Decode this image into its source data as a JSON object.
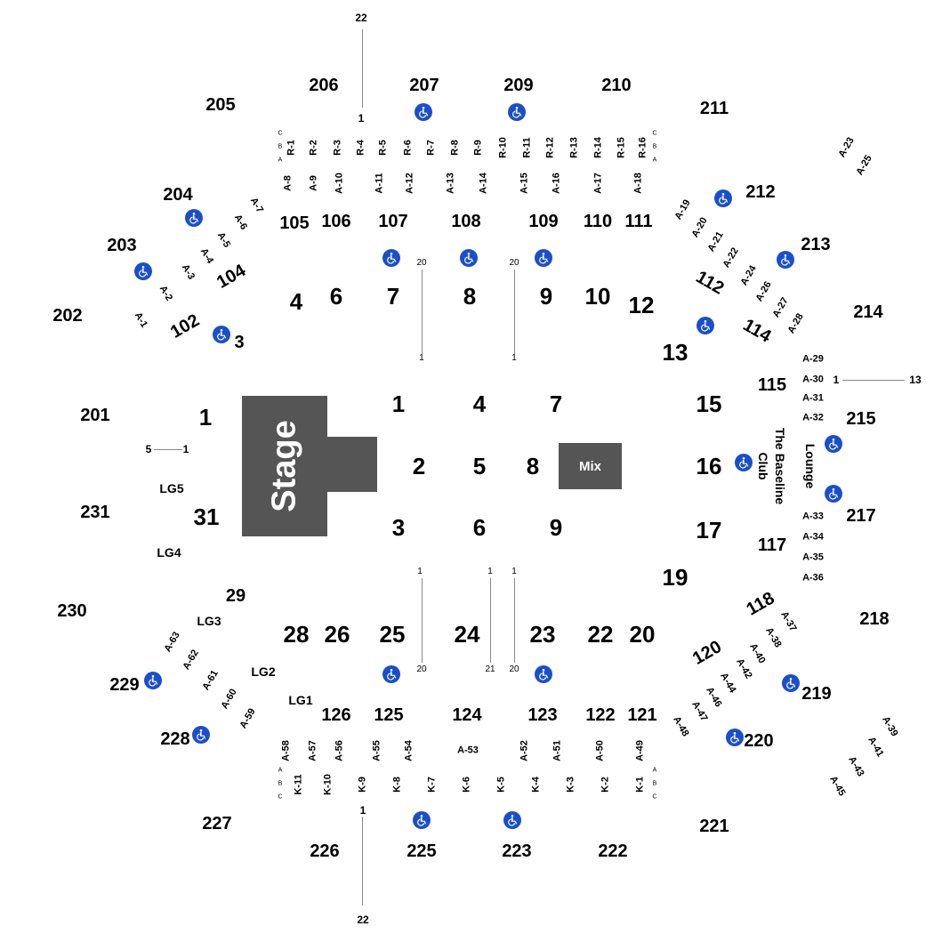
{
  "stage": {
    "label": "Stage"
  },
  "mix": {
    "label": "Mix"
  },
  "club": {
    "line1": "The Baseline",
    "line2": "Club",
    "lounge": "Lounge"
  },
  "upper": [
    "201",
    "202",
    "203",
    "204",
    "205",
    "206",
    "207",
    "209",
    "210",
    "211",
    "212",
    "213",
    "214",
    "215",
    "217",
    "218",
    "219",
    "220",
    "221",
    "222",
    "223",
    "225",
    "226",
    "227",
    "228",
    "229",
    "230",
    "231"
  ],
  "lower": [
    "102",
    "104",
    "105",
    "106",
    "107",
    "108",
    "109",
    "110",
    "111",
    "112",
    "114",
    "115",
    "117",
    "118",
    "120",
    "121",
    "122",
    "123",
    "124",
    "125",
    "126"
  ],
  "floor": [
    "1",
    "2",
    "3",
    "4",
    "5",
    "6",
    "7",
    "8",
    "9"
  ],
  "floorOuter": [
    "1",
    "3",
    "4",
    "6",
    "7",
    "8",
    "9",
    "10",
    "12",
    "13",
    "15",
    "16",
    "17",
    "19",
    "20",
    "22",
    "23",
    "24",
    "25",
    "26",
    "28",
    "29",
    "31"
  ],
  "loge": [
    "LG1",
    "LG2",
    "LG3",
    "LG4",
    "LG5"
  ],
  "rowsTop": [
    "R-1",
    "R-2",
    "R-3",
    "R-4",
    "R-5",
    "R-6",
    "R-7",
    "R-8",
    "R-9",
    "R-10",
    "R-11",
    "R-12",
    "R-13",
    "R-14",
    "R-15",
    "R-16"
  ],
  "rowsBottom": [
    "K-11",
    "K-10",
    "K-9",
    "K-8",
    "K-7",
    "K-6",
    "K-5",
    "K-4",
    "K-3",
    "K-2",
    "K-1"
  ],
  "aTop": [
    "A-8",
    "A-9",
    "A-10",
    "A-11",
    "A-12",
    "A-13",
    "A-14",
    "A-15",
    "A-16",
    "A-17",
    "A-18"
  ],
  "aBottom": [
    "A-58",
    "A-57",
    "A-56",
    "A-55",
    "A-54",
    "A-53",
    "A-52",
    "A-51",
    "A-50",
    "A-49"
  ],
  "aLeftTop": [
    "A-1",
    "A-2",
    "A-3",
    "A-4",
    "A-5",
    "A-6",
    "A-7"
  ],
  "aRightTop": [
    "A-19",
    "A-20",
    "A-21",
    "A-22",
    "A-24",
    "A-26",
    "A-27",
    "A-28",
    "A-23",
    "A-25"
  ],
  "aRightMid": [
    "A-29",
    "A-30",
    "A-31",
    "A-32",
    "A-33",
    "A-34",
    "A-35",
    "A-36"
  ],
  "aRightBottom": [
    "A-37",
    "A-38",
    "A-40",
    "A-42",
    "A-44",
    "A-46",
    "A-47",
    "A-48",
    "A-39",
    "A-41",
    "A-43",
    "A-45"
  ],
  "aLeftBottom": [
    "A-59",
    "A-60",
    "A-61",
    "A-62",
    "A-63"
  ],
  "rowNums": [
    "1",
    "20",
    "21",
    "22",
    "5",
    "13"
  ],
  "abc": [
    "A",
    "B",
    "C"
  ],
  "colors": {
    "block": "#555555",
    "accessible": "#1b4fc9",
    "line": "#888888"
  },
  "icons": {
    "accessible": "wheelchair-icon"
  }
}
